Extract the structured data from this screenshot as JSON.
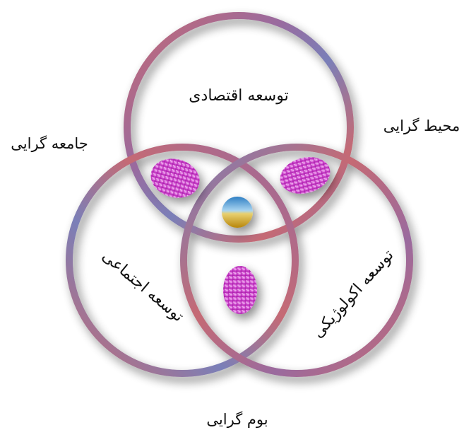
{
  "diagram": {
    "circles": {
      "top": {
        "label": "توسعه اقتصادی"
      },
      "left": {
        "label": "توسعه اجتماعی"
      },
      "right": {
        "label": "توسعه اکولوژیکی"
      }
    },
    "outer_labels": {
      "top_left": "جامعه گرایی",
      "top_right": "محیط گرایی",
      "bottom": "بوم گرایی"
    },
    "colors": {
      "ring_red": "#c56a74",
      "ring_blue": "#7a7fb8",
      "ring_purple": "#9a6a9e",
      "ellipse_magenta": "#c832c8",
      "center_sky": "#4aa0d8",
      "center_sand": "#c89a2a"
    }
  }
}
